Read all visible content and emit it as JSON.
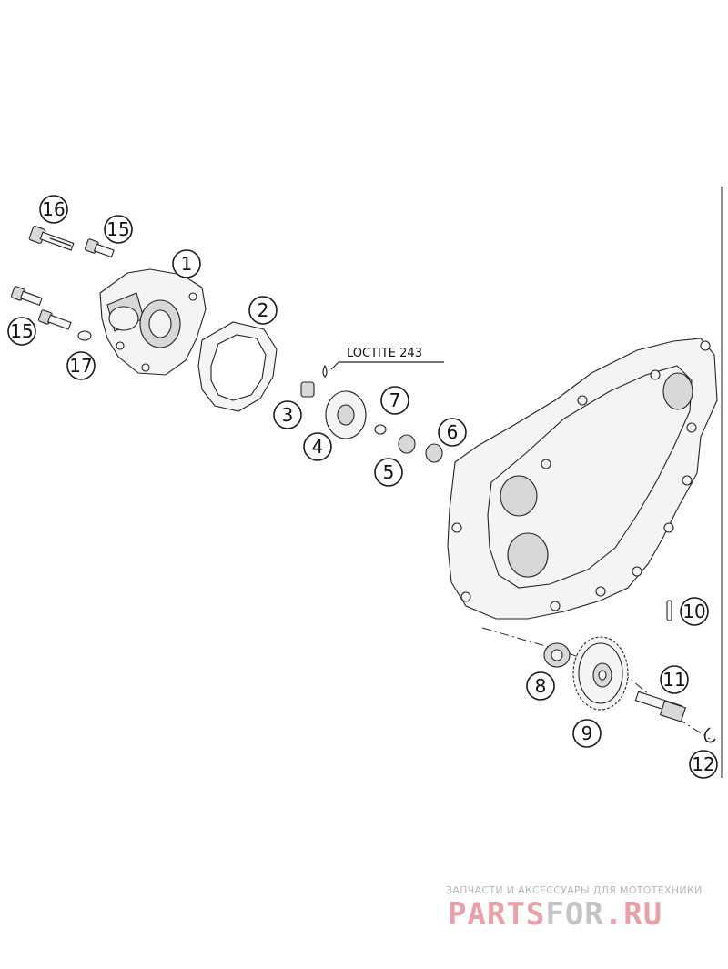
{
  "callouts": {
    "c1": "1",
    "c2": "2",
    "c3": "3",
    "c4": "4",
    "c5": "5",
    "c6": "6",
    "c7": "7",
    "c8": "8",
    "c9": "9",
    "c10": "10",
    "c11": "11",
    "c12": "12",
    "c15a": "15",
    "c15b": "15",
    "c16": "16",
    "c17": "17"
  },
  "note": "LOCTITE 243",
  "watermark": {
    "tagline": "ЗАПЧАСТИ И АКСЕССУАРЫ ДЛЯ МОТОТЕХНИКИ",
    "logo_main": "PARTS",
    "logo_mid": "FOR",
    "logo_end": ".RU"
  }
}
